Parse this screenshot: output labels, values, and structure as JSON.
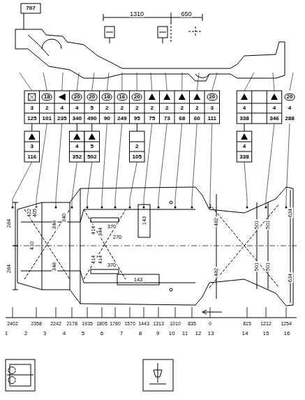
{
  "diagram": {
    "labels": [
      "707",
      "1310",
      "650",
      "18",
      "20",
      "20",
      "18",
      "16",
      "20",
      "20",
      "20",
      "3",
      "2",
      "4",
      "4",
      "5",
      "2",
      "2",
      "2",
      "2",
      "2",
      "2",
      "2",
      "3",
      "4",
      "4",
      "4",
      "125",
      "101",
      "235",
      "340",
      "490",
      "90",
      "249",
      "95",
      "75",
      "73",
      "68",
      "60",
      "111",
      "338",
      "346",
      "288",
      "3",
      "116",
      "4",
      "352",
      "5",
      "502",
      "2",
      "105",
      "4",
      "338",
      "2402",
      "2358",
      "2242",
      "2178",
      "1935",
      "1805",
      "1760",
      "1570",
      "1443",
      "1313",
      "1010",
      "835",
      "0",
      "815",
      "1212",
      "1254",
      "1",
      "2",
      "3",
      "4",
      "5",
      "6",
      "7",
      "8",
      "9",
      "10",
      "11",
      "12",
      "13",
      "14",
      "15",
      "16",
      "284",
      "284",
      "422",
      "405",
      "410",
      "348",
      "348",
      "340",
      "414",
      "414",
      "344",
      "414",
      "370",
      "270",
      "370",
      "143",
      "143",
      "482",
      "482",
      "501",
      "501",
      "501",
      "501",
      "634",
      "634"
    ]
  }
}
